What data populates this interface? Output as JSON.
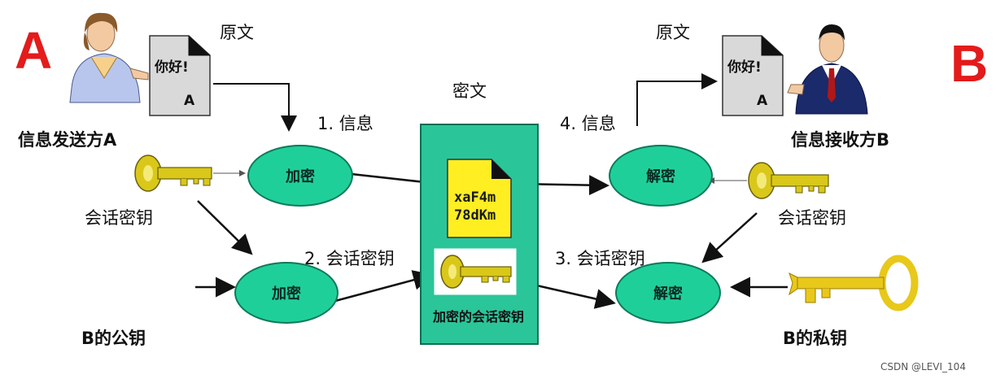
{
  "labels": {
    "party_a": "A",
    "party_b": "B",
    "plaintext_left": "原文",
    "plaintext_right": "原文",
    "ciphertext": "密文",
    "sender": "信息发送方A",
    "receiver": "信息接收方B",
    "session_key_left": "会话密钥",
    "session_key_right": "会话密钥",
    "b_public_key": "B的公钥",
    "b_private_key": "B的私钥",
    "step1": "1. 信息",
    "step2": "2. 会话密钥",
    "step3": "3. 会话密钥",
    "step4": "4. 信息",
    "encrypt_top": "加密",
    "encrypt_bottom": "加密",
    "decrypt_top": "解密",
    "decrypt_bottom": "解密",
    "doc_greeting_left": "你好!",
    "doc_letter_left": "A",
    "doc_greeting_right": "你好!",
    "doc_letter_right": "A",
    "cipher_line1": "xaF4m",
    "cipher_line2": "78dKm",
    "encrypted_session_key": "加密的会话密钥",
    "watermark": "CSDN @LEVI_104"
  },
  "colors": {
    "accent_red": "#e31b1b",
    "node_green": "#1fcf9a",
    "box_green": "#2bc59a",
    "cipher_yellow": "#ffee22",
    "key_gold": "#e8d21a"
  }
}
